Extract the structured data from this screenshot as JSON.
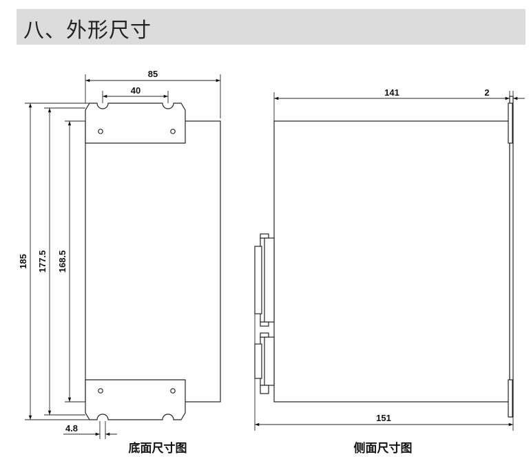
{
  "header": {
    "title": "八、外形尺寸"
  },
  "bottom_view": {
    "caption": "底面尺寸图",
    "dims": {
      "width": "85",
      "hole_spacing": "40",
      "height_overall": "185",
      "height_slot": "177.5",
      "height_hole": "168.5",
      "slot_width": "4.8"
    }
  },
  "side_view": {
    "caption": "侧面尺寸图",
    "dims": {
      "body_depth": "141",
      "flange_thickness": "2",
      "overall_depth": "151"
    }
  }
}
